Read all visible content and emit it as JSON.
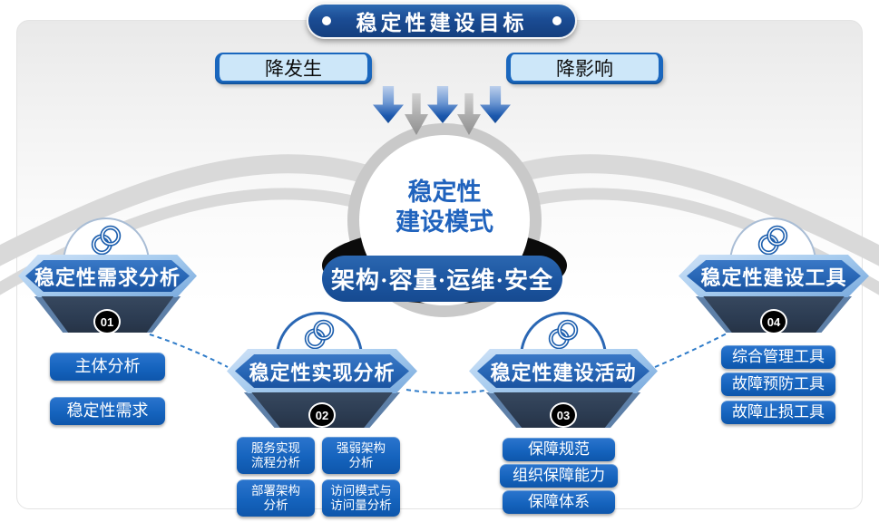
{
  "banner": {
    "title": "稳定性建设目标"
  },
  "goals": {
    "left": "降发生",
    "right": "降影响"
  },
  "center": {
    "circle": "稳定性\n建设模式",
    "pill": "架构·容量·运维·安全"
  },
  "modules": [
    {
      "number": "01",
      "title": "稳定性需求分析",
      "items": [
        "主体分析",
        "稳定性需求"
      ]
    },
    {
      "number": "02",
      "title": "稳定性实现分析",
      "items": [
        "服务实现\n流程分析",
        "强弱架构\n分析",
        "部署架构\n分析",
        "访问模式与\n访问量分析"
      ]
    },
    {
      "number": "03",
      "title": "稳定性建设活动",
      "items": [
        "保障规范",
        "组织保障能力",
        "保障体系"
      ]
    },
    {
      "number": "04",
      "title": "稳定性建设工具",
      "items": [
        "综合管理工具",
        "故障预防工具",
        "故障止损工具"
      ]
    }
  ],
  "colors": {
    "banner_blue": "#1b4c94",
    "item_button_blue": "#1563bd",
    "goal_button_fill": "#cde7f9",
    "goal_button_border": "#1a67be",
    "hexagon_blue": "#2766b5",
    "hexagon_light_blue": "#a9cdef",
    "trapezoid_dark": "#2c3c52",
    "trapezoid_side": "#5e80a8",
    "circle_text_blue": "#2063bd",
    "arc_gray": "#d9d9d9",
    "badge_black": "#000000"
  }
}
